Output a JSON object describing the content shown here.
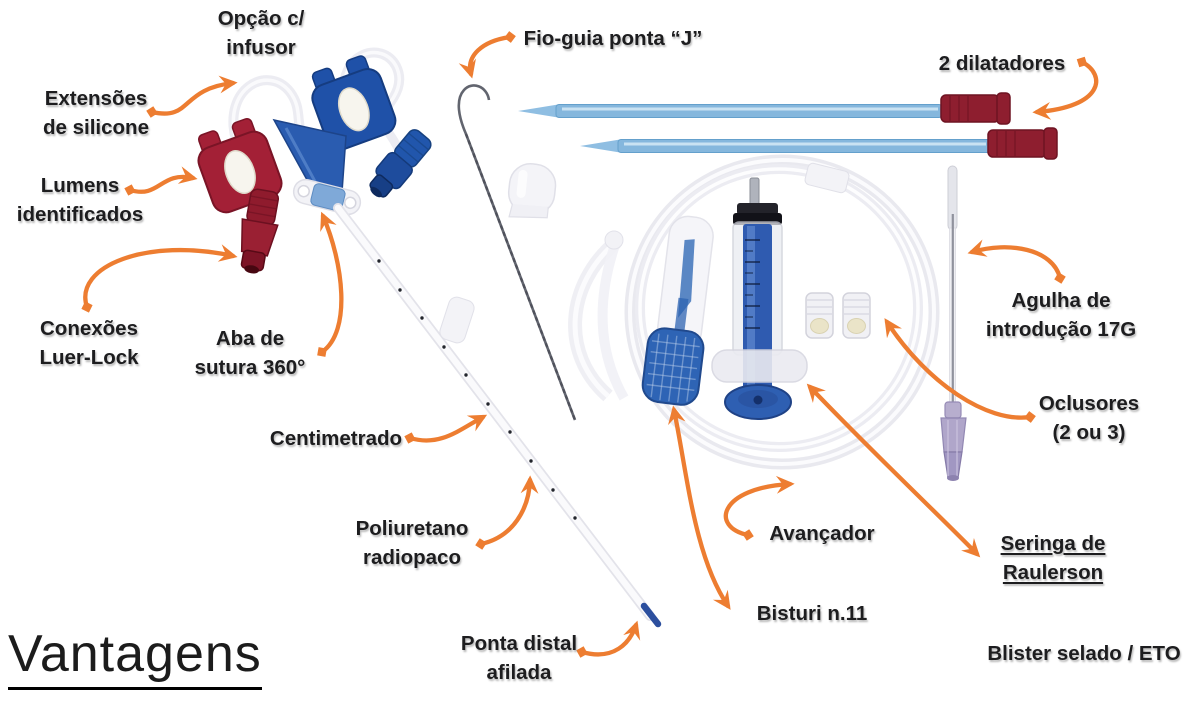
{
  "slide": {
    "title": "Vantagens",
    "colors": {
      "arrow": "#ED7D31",
      "background": "#FFFFFF",
      "text": "#1D1D1F"
    },
    "labels": {
      "opcao_infusor": "Opção c/\ninfusor",
      "extensoes_silicone": "Extensões\nde silicone",
      "lumens_identificados": "Lumens\nidentificados",
      "conexoes_luer_lock": "Conexões\nLuer-Lock",
      "aba_sutura_360": "Aba de\nsutura 360°",
      "fio_guia_ponta_j": "Fio-guia ponta “J”",
      "dois_dilatadores": "2 dilatadores",
      "agulha_introducao_17g": "Agulha de\nintrodução 17G",
      "oclusores_2_ou_3": "Oclusores\n(2 ou 3)",
      "centimetrado": "Centimetrado",
      "poliuretano_radiopaco": "Poliuretano\nradiopaco",
      "avancador": "Avançador",
      "seringa_de_raulerson": "Seringa de\nRaulerson",
      "bisturi_n11": "Bisturi n.11",
      "ponta_distal_afilada": "Ponta distal\nafilada",
      "blister_selado_eto": "Blister selado / ETO"
    },
    "illustration_items": [
      "dual-lumen-catheter",
      "silicone-extension-loops",
      "j-tip-guidewire",
      "guidewire-cap",
      "tubing-coil-advancer",
      "dilator-1",
      "dilator-2",
      "introducer-needle",
      "scalpel",
      "raulerson-syringe",
      "occlusion-cap-1",
      "occlusion-cap-2"
    ]
  }
}
